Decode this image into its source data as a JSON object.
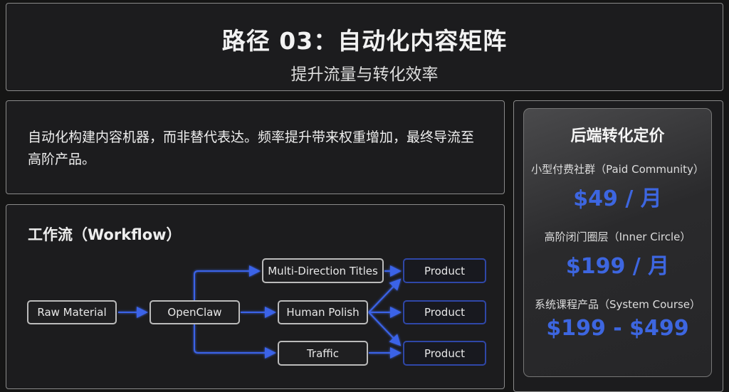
{
  "header": {
    "title": "路径 03：自动化内容矩阵",
    "subtitle": "提升流量与转化效率"
  },
  "intro": {
    "text": "自动化构建内容机器，而非替代表达。频率提升带来权重增加，最终导流至高阶产品。"
  },
  "workflow": {
    "title": "工作流（Workflow）",
    "nodes": {
      "raw": "Raw Material",
      "openclaw": "OpenClaw",
      "titles": "Multi-Direction Titles",
      "polish": "Human Polish",
      "traffic": "Traffic",
      "product1": "Product",
      "product2": "Product",
      "product3": "Product"
    }
  },
  "pricing": {
    "title": "后端转化定价",
    "items": [
      {
        "label": "小型付费社群（Paid Community）",
        "price": "$49 / 月"
      },
      {
        "label": "高阶闭门圈层（Inner Circle）",
        "price": "$199 / 月"
      },
      {
        "label": "系统课程产品（System Course）",
        "price": "$199 - $499"
      }
    ]
  },
  "colors": {
    "accent": "#3d66e0",
    "background": "#151515"
  }
}
